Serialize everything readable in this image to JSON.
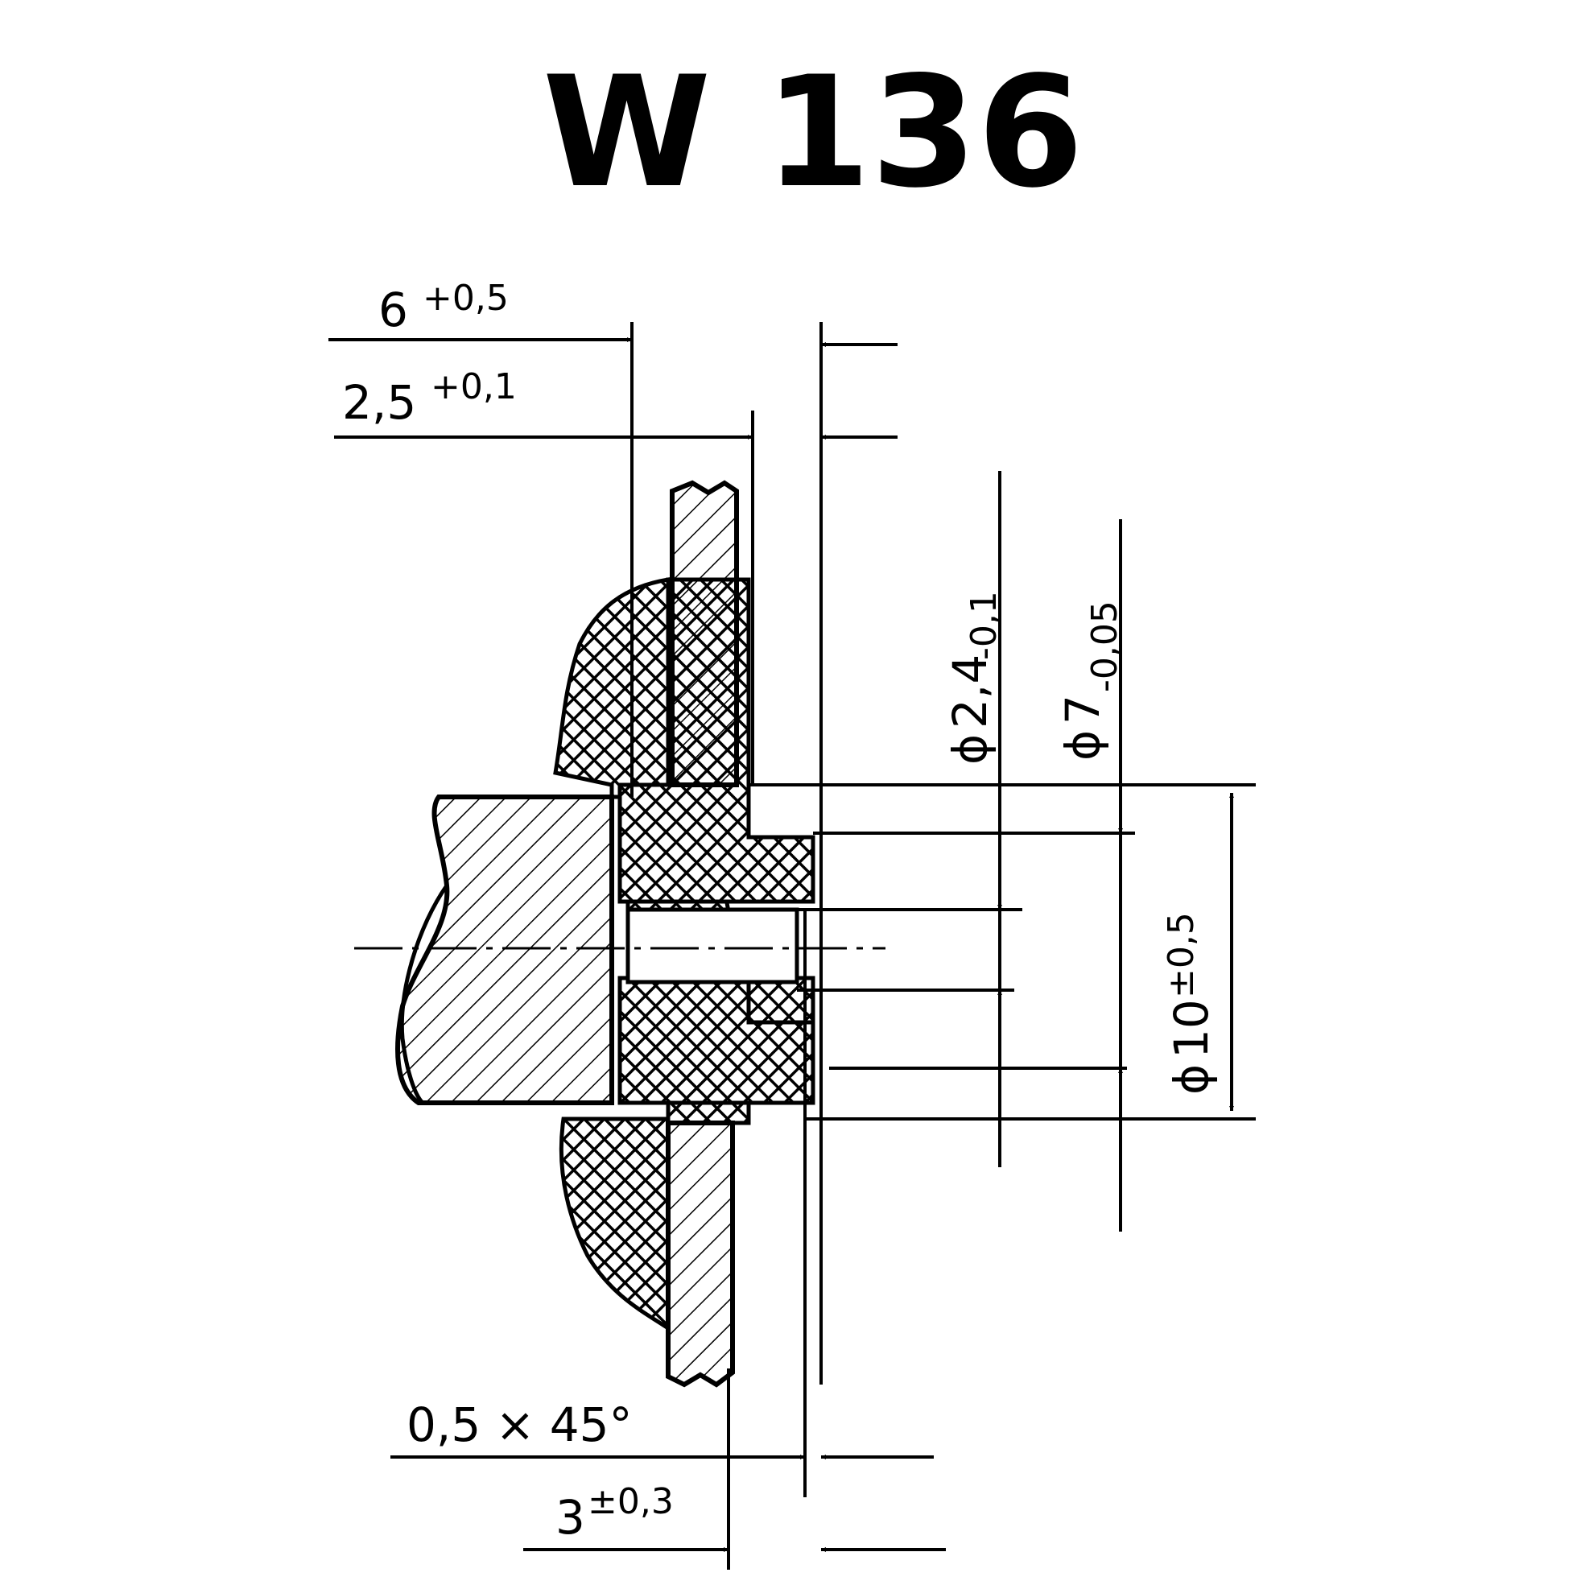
{
  "title": "W 136",
  "dimensions": {
    "d6": {
      "value": "6",
      "tol": "+0,5"
    },
    "d25": {
      "value": "2,5",
      "tol": "+0,1"
    },
    "dia24": {
      "symbol": "ϕ",
      "value": "2,4",
      "tol": "-0,1"
    },
    "dia7": {
      "symbol": "ϕ",
      "value": "7",
      "tol": "-0,05"
    },
    "dia10": {
      "symbol": "ϕ",
      "value": "10",
      "tol": "±0,5"
    },
    "chamfer": {
      "value": "0,5 × 45°"
    },
    "d3": {
      "value": "3",
      "tol": "±0,3"
    }
  },
  "colors": {
    "ink": "#000000",
    "paper": "#ffffff"
  }
}
